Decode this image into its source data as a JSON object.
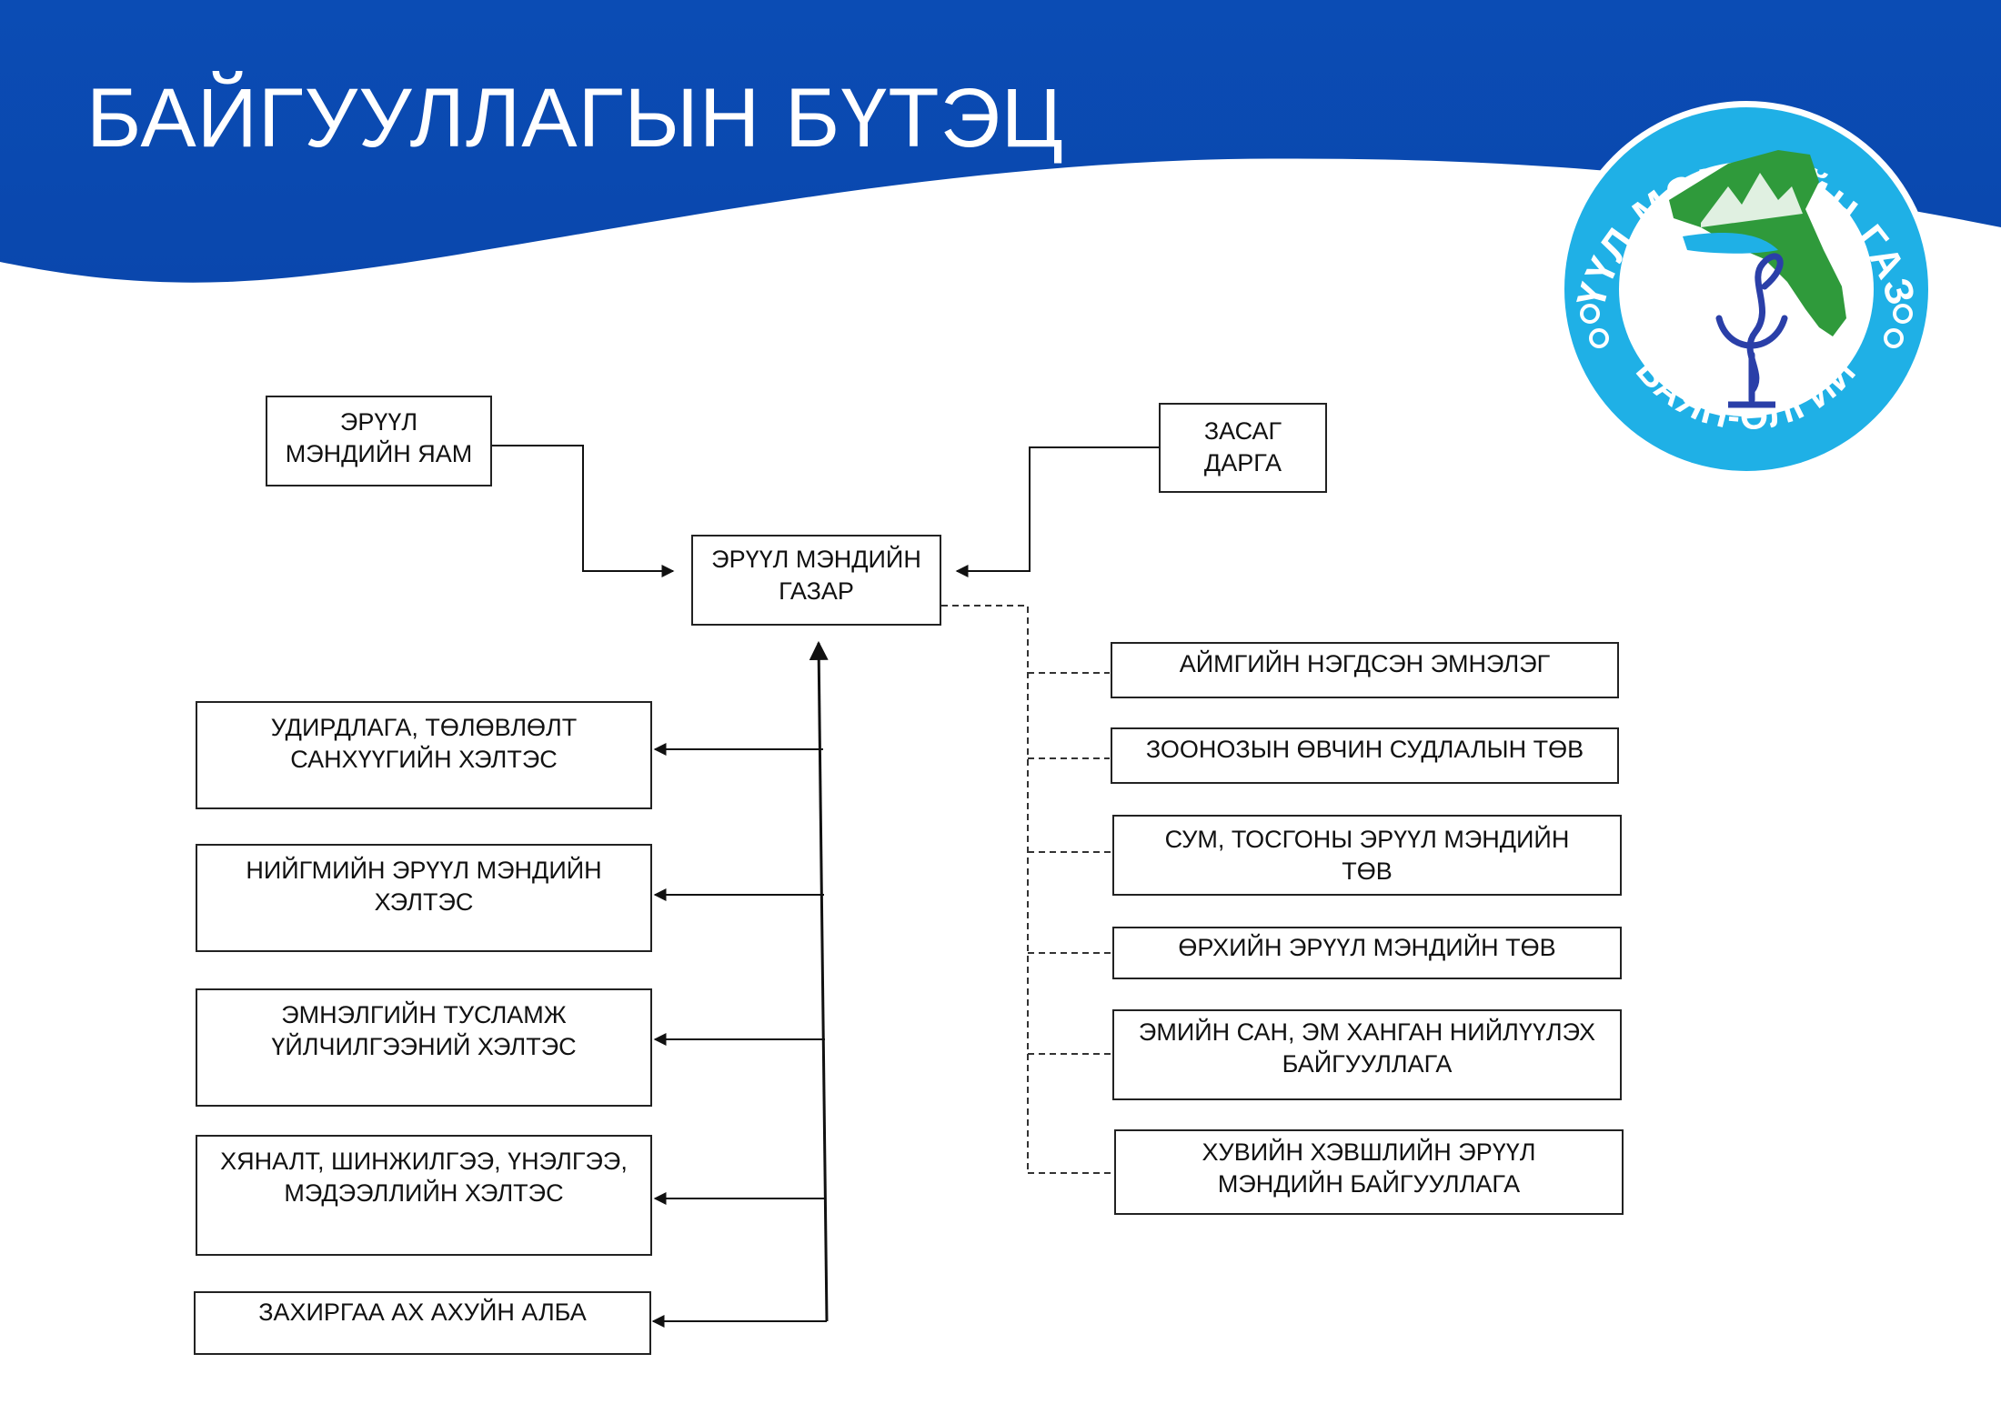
{
  "header": {
    "title": "БАЙГУУЛЛАГЫН БҮТЭЦ",
    "banner_color": "#0a4fb5"
  },
  "logo": {
    "top_arc_text": "ЭРҮҮЛ МЭНДИЙН ГАЗАР",
    "bottom_arc_text": "БАЯН-ӨЛГИЙ",
    "ring_color": "#1fb0e6",
    "map_color": "#2f9a3b",
    "symbol_color": "#2a3fa8"
  },
  "org_chart": {
    "ministry": "ЭРҮҮЛ\nМЭНДИЙН ЯАМ",
    "governor": "ЗАСАГ\nДАРГА",
    "center": "ЭРҮҮЛ МЭНДИЙН\nГАЗАР",
    "departments": [
      "УДИРДЛАГА, ТӨЛӨВЛӨЛТ\nСАНХҮҮГИЙН ХЭЛТЭС",
      "НИЙГМИЙН ЭРҮҮЛ МЭНДИЙН\nХЭЛТЭС",
      "ЭМНЭЛГИЙН ТУСЛАМЖ\nҮЙЛЧИЛГЭЭНИЙ ХЭЛТЭС",
      "ХЯНАЛТ, ШИНЖИЛГЭЭ, ҮНЭЛГЭЭ,\nМЭДЭЭЛЛИЙН  ХЭЛТЭС",
      "ЗАХИРГАА АХ АХУЙН АЛБА"
    ],
    "affiliates": [
      "АЙМГИЙН НЭГДСЭН ЭМНЭЛЭГ",
      "ЗООНОЗЫН ӨВЧИН СУДЛАЛЫН ТӨВ",
      "СУМ, ТОСГОНЫ ЭРҮҮЛ МЭНДИЙН\nТӨВ",
      "ӨРХИЙН ЭРҮҮЛ МЭНДИЙН ТӨВ",
      "ЭМИЙН САН, ЭМ ХАНГАН НИЙЛҮҮЛЭХ\nБАЙГУУЛЛАГА",
      "ХУВИЙН ХЭВШЛИЙН ЭРҮҮЛ\nМЭНДИЙН БАЙГУУЛЛАГА"
    ]
  }
}
